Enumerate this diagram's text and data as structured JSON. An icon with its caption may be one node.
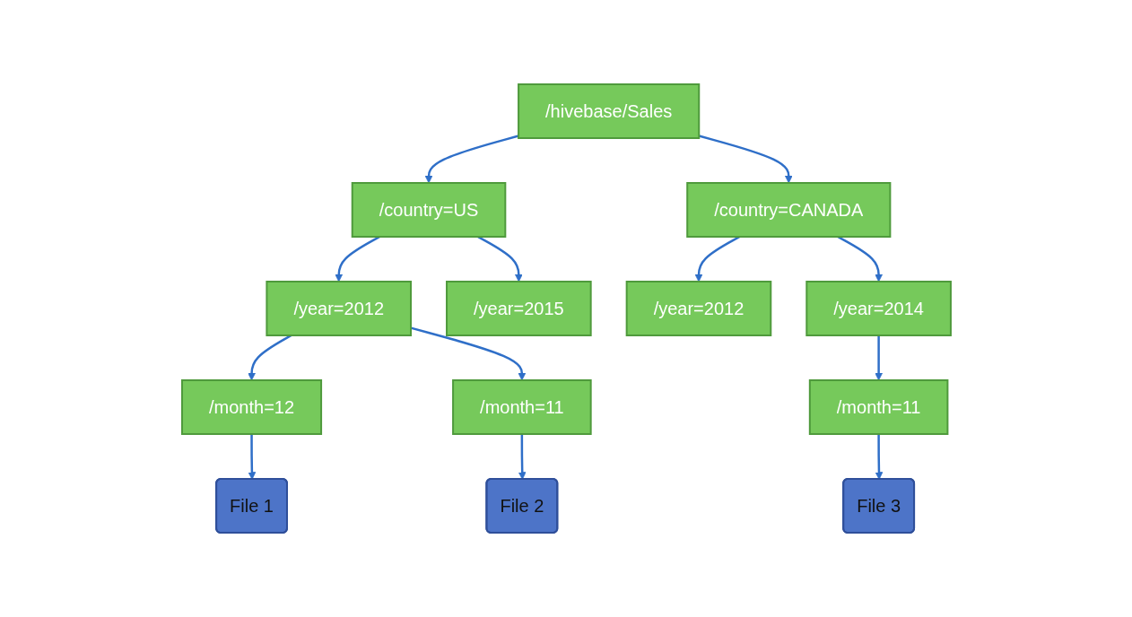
{
  "diagram": {
    "nodes": [
      {
        "text": [
          "/hivebase/Sales"
        ]
      },
      {
        "text": [
          "/country=US"
        ]
      },
      {
        "text": [
          "/country=CANADA"
        ]
      },
      {
        "text": [
          "/year=2012"
        ]
      },
      {
        "text": [
          "/year=2015"
        ]
      },
      {
        "text": [
          "/year=2012"
        ]
      },
      {
        "text": [
          "/year=2014"
        ]
      },
      {
        "text": [
          "/month=12"
        ]
      },
      {
        "text": [
          "/month=11"
        ]
      },
      {
        "text": [
          "/month=11"
        ]
      },
      {
        "text": [
          "File 1"
        ]
      },
      {
        "text": [
          "File 2"
        ]
      },
      {
        "text": [
          "File 3"
        ]
      }
    ],
    "edges": [
      {
        "from": 0,
        "to": 1,
        "arrow": "to"
      },
      {
        "from": 0,
        "to": 2,
        "arrow": "to"
      },
      {
        "from": 1,
        "to": 3,
        "arrow": "to"
      },
      {
        "from": 1,
        "to": 4,
        "arrow": "to"
      },
      {
        "from": 2,
        "to": 5,
        "arrow": "to"
      },
      {
        "from": 2,
        "to": 6,
        "arrow": "to"
      },
      {
        "from": 3,
        "to": 7,
        "arrow": "to"
      },
      {
        "from": 3,
        "to": 8,
        "arrow": "to"
      },
      {
        "from": 6,
        "to": 9,
        "arrow": "to"
      },
      {
        "from": 7,
        "to": 10,
        "arrow": "to"
      },
      {
        "from": 8,
        "to": 11,
        "arrow": "to"
      },
      {
        "from": 9,
        "to": 12,
        "arrow": "to"
      }
    ]
  }
}
